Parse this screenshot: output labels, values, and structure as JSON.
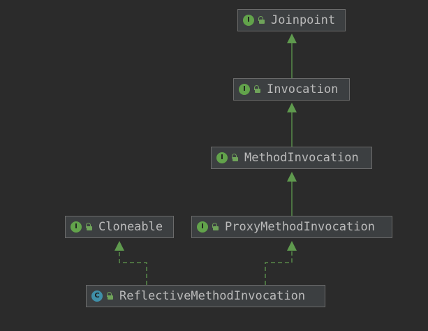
{
  "diagram": {
    "nodes": [
      {
        "id": "joinpoint",
        "label": "Joinpoint",
        "kind": "interface",
        "badge": "I"
      },
      {
        "id": "invocation",
        "label": "Invocation",
        "kind": "interface",
        "badge": "I"
      },
      {
        "id": "method-invocation",
        "label": "MethodInvocation",
        "kind": "interface",
        "badge": "I"
      },
      {
        "id": "cloneable",
        "label": "Cloneable",
        "kind": "interface",
        "badge": "I"
      },
      {
        "id": "proxy-method-invocation",
        "label": "ProxyMethodInvocation",
        "kind": "interface",
        "badge": "I"
      },
      {
        "id": "reflective-method-invocation",
        "label": "ReflectiveMethodInvocation",
        "kind": "class",
        "badge": "C"
      }
    ],
    "edges": [
      {
        "from": "invocation",
        "to": "joinpoint",
        "type": "extends"
      },
      {
        "from": "method-invocation",
        "to": "invocation",
        "type": "extends"
      },
      {
        "from": "proxy-method-invocation",
        "to": "method-invocation",
        "type": "extends"
      },
      {
        "from": "reflective-method-invocation",
        "to": "cloneable",
        "type": "implements"
      },
      {
        "from": "reflective-method-invocation",
        "to": "proxy-method-invocation",
        "type": "implements"
      }
    ],
    "colors": {
      "background": "#2b2b2b",
      "node_fill": "#3c3f41",
      "node_border": "#6b6b6b",
      "text": "#bbbbbb",
      "interface_badge": "#62a34b",
      "class_badge": "#3f8fa8",
      "edge": "#5f9a4e"
    },
    "icons": {
      "visibility": "open-lock-icon"
    }
  }
}
